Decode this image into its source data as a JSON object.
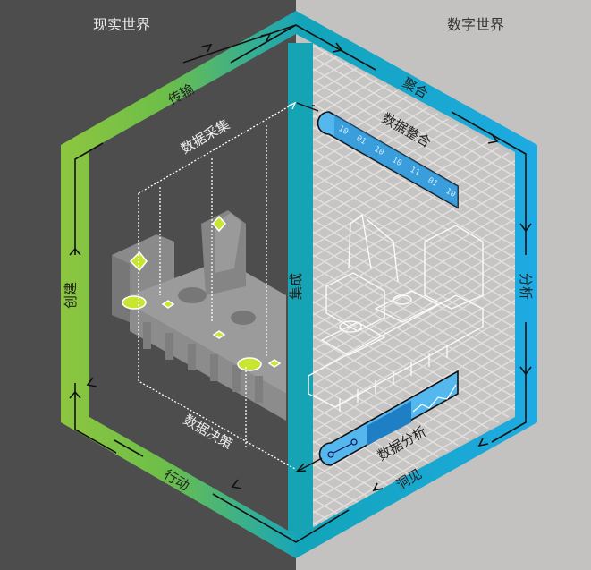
{
  "worlds": {
    "physical": {
      "title": "现实世界",
      "bg": "#4d4d4d",
      "text_color": "#e8e8e8"
    },
    "digital": {
      "title": "数字世界",
      "bg": "#c3c2c0",
      "text_color": "#333333"
    }
  },
  "cycle": {
    "edges": [
      {
        "id": "create",
        "label": "创建"
      },
      {
        "id": "transmit",
        "label": "传输"
      },
      {
        "id": "aggregate",
        "label": "聚合"
      },
      {
        "id": "analyze",
        "label": "分析"
      },
      {
        "id": "insight",
        "label": "洞见"
      },
      {
        "id": "act",
        "label": "行动"
      },
      {
        "id": "integrate",
        "label": "集成"
      }
    ],
    "colors": {
      "green": "#8dc63f",
      "teal": "#1aa6b7",
      "blue": "#1ea8e0"
    }
  },
  "stages": {
    "data_collection": "数据采集",
    "data_decision": "数据决策",
    "data_integration": "数据整合",
    "data_analysis": "数据分析"
  },
  "integration_bar": {
    "cells": [
      "10",
      "01",
      "10",
      "10",
      "11",
      "01",
      "10"
    ]
  }
}
